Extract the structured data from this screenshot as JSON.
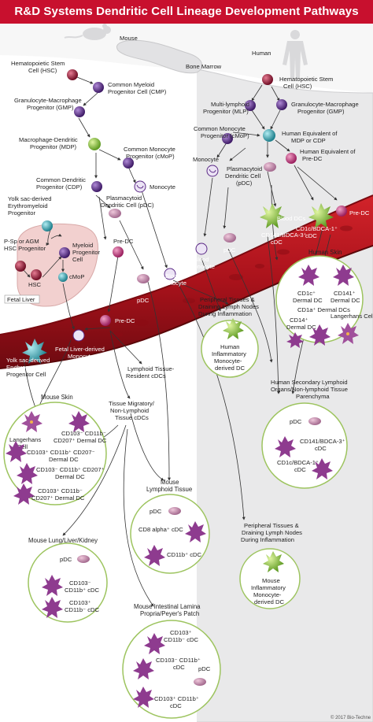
{
  "title": "R&D Systems Dendritic Cell Lineage Development Pathways",
  "headers": {
    "mouse": "Mouse",
    "human": "Human",
    "bone_marrow": "Bone Marrow",
    "fetal_liver": "Fetal Liver"
  },
  "mouse_bm": {
    "hsc": [
      "Hematopoietic Stem",
      "Cell (HSC)"
    ],
    "cmp": [
      "Common Myeloid",
      "Progenitor Cell (CMP)"
    ],
    "gmp": [
      "Granulocyte-Macrophage",
      "Progenitor (GMP)"
    ],
    "mdp": [
      "Macrophage-Dendritic",
      "Progenitor (MDP)"
    ],
    "cmop": [
      "Common Monocyte",
      "Progenitor (cMoP)"
    ],
    "cdp": [
      "Common Dendritic",
      "Progenitor (CDP)"
    ],
    "monocyte": "Monocyte",
    "pdc": [
      "Plasmacytoid",
      "Dendritic Cell (pDC)"
    ],
    "predc": "Pre-DC"
  },
  "fetal": {
    "yolk": [
      "Yolk sac-derived",
      "Erythromyeloid",
      "Progenitor"
    ],
    "psp": [
      "P-Sp or AGM",
      "HSC Progenitor"
    ],
    "myeloid": [
      "Myeloid",
      "Progenitor",
      "Cell"
    ],
    "hsc": "HSC",
    "cmop": "cMoP"
  },
  "human_bm": {
    "hsc": [
      "Hematopoietic Stem",
      "Cell (HSC)"
    ],
    "mlp": [
      "Multi-lymphoid",
      "Progenitor (MLP)"
    ],
    "gmp": [
      "Granulocyte-Macrophage",
      "Progenitor (GMP)"
    ],
    "cmop": [
      "Common Monocyte",
      "Progenitor (cMoP)"
    ],
    "heq_mdp": [
      "Human Equivalent of",
      "MDP or CDP"
    ],
    "heq_predc": [
      "Human Equivalent of",
      "Pre-DC"
    ],
    "monocyte": "Monocyte",
    "pdc": [
      "Plasmacytoid",
      "Dendritic Cell",
      "(pDC)"
    ]
  },
  "blood": {
    "blood_dcs": "Blood DCs",
    "cd1c": [
      "CD1c/BDCA-1⁺",
      "cDC"
    ],
    "predc_h": "Pre-DC",
    "cd141": [
      "CD141/BDCA-3⁺",
      "cDC"
    ],
    "pdc_h": "pDC",
    "blood_mono_h": [
      "Blood",
      "Monocyte"
    ],
    "pdc_m": "pDC",
    "blood_mono_m": [
      "Blood",
      "Monocyte"
    ],
    "predc_m": "Pre-DC",
    "fetal_mono": [
      "Fetal Liver-derived",
      "Monocyte"
    ],
    "yolk_blood": [
      "Yolk sac-derived",
      "Erythromyeloid",
      "Progenitor Cell"
    ]
  },
  "human_skin": {
    "title": "Human Skin",
    "cd1c": [
      "CD1c⁺",
      "Dermal DC"
    ],
    "cd141": [
      "CD141⁺",
      "Dermal DC"
    ],
    "cd1a": "CD1a⁺ Dermal DCs",
    "cd14": [
      "CD14⁺",
      "Dermal DC"
    ],
    "langerhans": "Langerhans Cell"
  },
  "peripheral_h": {
    "title": [
      "Peripheral Tissues &",
      "Draining Lymph Nodes",
      "During Inflammation"
    ],
    "cell": [
      "Human",
      "Inflammatory",
      "Monocyte-",
      "derived DC"
    ]
  },
  "human_slo": {
    "title": [
      "Human Secondary Lymphoid",
      "Organs/Non-lymphoid Tissue",
      "Parenchyma"
    ],
    "pdc": "pDC",
    "cd141": [
      "CD141/BDCA-3⁺",
      "cDC"
    ],
    "cd1c": [
      "CD1c/BDCA-1⁺",
      "cDC"
    ]
  },
  "mouse_paths": {
    "lymphoid_resident": [
      "Lymphoid Tissue-",
      "Resident cDCs"
    ],
    "migratory": [
      "Tissue Migratory/",
      "Non-Lymphoid",
      "Tissue cDCs"
    ]
  },
  "mouse_skin": {
    "title": "Mouse Skin",
    "langerhans": [
      "Langerhans",
      "Cell"
    ],
    "cd103neg": [
      "CD103⁻ CD11b⁻",
      "CD207⁺ Dermal DC"
    ],
    "cd103pos_b": [
      "CD103⁺ CD11b⁺ CD207⁻",
      "Dermal DC"
    ],
    "cd103neg_b": [
      "CD103⁻ CD11b⁺ CD207⁺",
      "Dermal DC"
    ],
    "cd103pos": [
      "CD103⁺ CD11b⁻",
      "CD207⁺ Dermal DC"
    ]
  },
  "mouse_lymph": {
    "title": [
      "Mouse",
      "Lymphoid Tissue"
    ],
    "pdc": "pDC",
    "cd8": "CD8 alpha⁺ cDC",
    "cd11b": "CD11b⁺ cDC"
  },
  "peripheral_m": {
    "title": [
      "Peripheral Tissues &",
      "Draining Lymph Nodes",
      "During Inflammation"
    ],
    "cell": [
      "Mouse",
      "Inflammatory",
      "Monocyte-",
      "derived DC"
    ]
  },
  "mouse_lung": {
    "title": "Mouse Lung/Liver/Kidney",
    "pdc": "pDC",
    "cd103": [
      "CD103⁻",
      "CD11b⁺ cDC"
    ],
    "cd103b": [
      "CD103⁺",
      "CD11b⁻ cDC"
    ]
  },
  "mouse_intestine": {
    "title": [
      "Mouse Intestinal Lamina",
      "Propria/Peyer's Patch"
    ],
    "a": [
      "CD103⁺",
      "CD11b⁻ cDC"
    ],
    "b": [
      "CD103⁻ CD11b⁺",
      "cDC"
    ],
    "pdc": "pDC",
    "c": [
      "CD103⁺ CD11b⁺",
      "cDC"
    ]
  },
  "copyright": "© 2017 Bio-Techne",
  "colors": {
    "brand": "#c8102e",
    "vessel": "#b0121c",
    "vessel_dark": "#7d0a10",
    "purple": "#5b2a86",
    "pink_cell": "#b5477c",
    "green": "#7ac143",
    "teal": "#2fa7b5"
  }
}
